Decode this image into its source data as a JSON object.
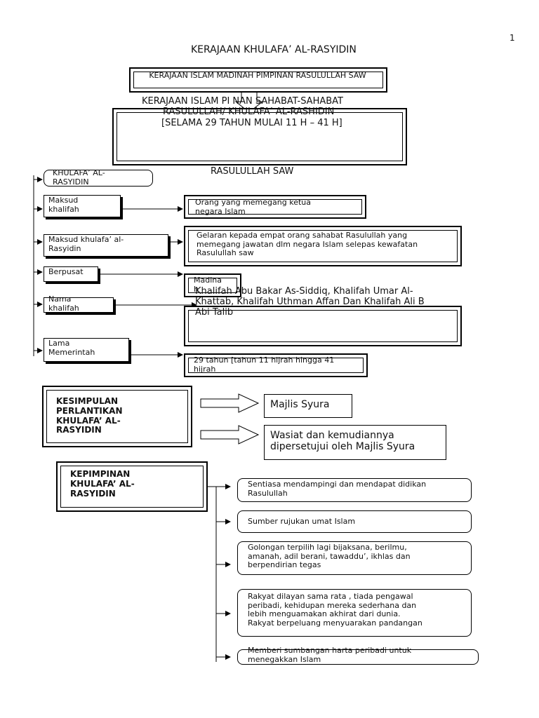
{
  "page_number": "1",
  "title": "KERAJAAN KHULAFA’ AL-RASYIDIN",
  "top": {
    "box1": "KERAJAAN ISLAM MADINAH PIMPINAN RASULULLAH SAW",
    "box2_line1": "KERAJAAN ISLAM  PI     NAN  SAHABAT-SAHABAT",
    "box2_line2": "RASULULLAH/ KHULAFA’ AL-RASHIDIN",
    "box2_line3": "[SELAMA 29 TAHUN MULAI 11 H – 41 H]",
    "rasul": "RASULULLAH SAW"
  },
  "rows": {
    "khulafa_label": "KHULAFA’ AL-\nRASYIDIN",
    "maksud_khalifah_label": "Maksud\nkhalifah",
    "maksud_khalifah_value": "Orang yang memegang ketua\nnegara Islam",
    "maksud_khulafa_label": "Maksud khulafa’ al-\nRasyidin",
    "maksud_khulafa_value": "Gelaran kepada empat orang sahabat Rasulullah yang\nmemegang jawatan dlm negara Islam selepas kewafatan\nRasulullah saw",
    "berpusat_label": "Berpusat",
    "berpusat_value": "Madina\nh",
    "nama_label": "Nama\nkhalifah",
    "nama_value": "Khalifah Abu Bakar As-Siddiq, Khalifah Umar Al-\nKhattab, Khalifah Uthman Affan Dan Khalifah Ali B\nAbi Talib",
    "lama_label": "Lama\nMemerintah",
    "lama_value": "29 tahun [tahun 11 hijrah hingga 41\nhijrah"
  },
  "kesimpulan": {
    "label": "KESIMPULAN\nPERLANTIKAN\nKHULAFA’ AL-\nRASYIDIN",
    "opt1": "Majlis Syura",
    "opt2": "Wasiat dan kemudiannya\ndipersetujui oleh Majlis Syura"
  },
  "kepimpinan": {
    "label": "KEPIMPINAN\nKHULAFA’ AL-\nRASYIDIN",
    "items": [
      "Sentiasa mendampingi dan mendapat didikan\nRasulullah",
      "Sumber rujukan umat Islam",
      "Golongan terpilih lagi bijaksana, berilmu,\namanah, adil berani, tawaddu’, ikhlas dan\nberpendirian tegas",
      "Rakyat dilayan sama rata , tiada pengawal\nperibadi, kehidupan mereka sederhana dan\nlebih menguamakan akhirat dari dunia.\nRakyat berpeluang menyuarakan pandangan",
      "Memberi sumbangan harta peribadi untuk\nmenegakkan Islam"
    ]
  }
}
